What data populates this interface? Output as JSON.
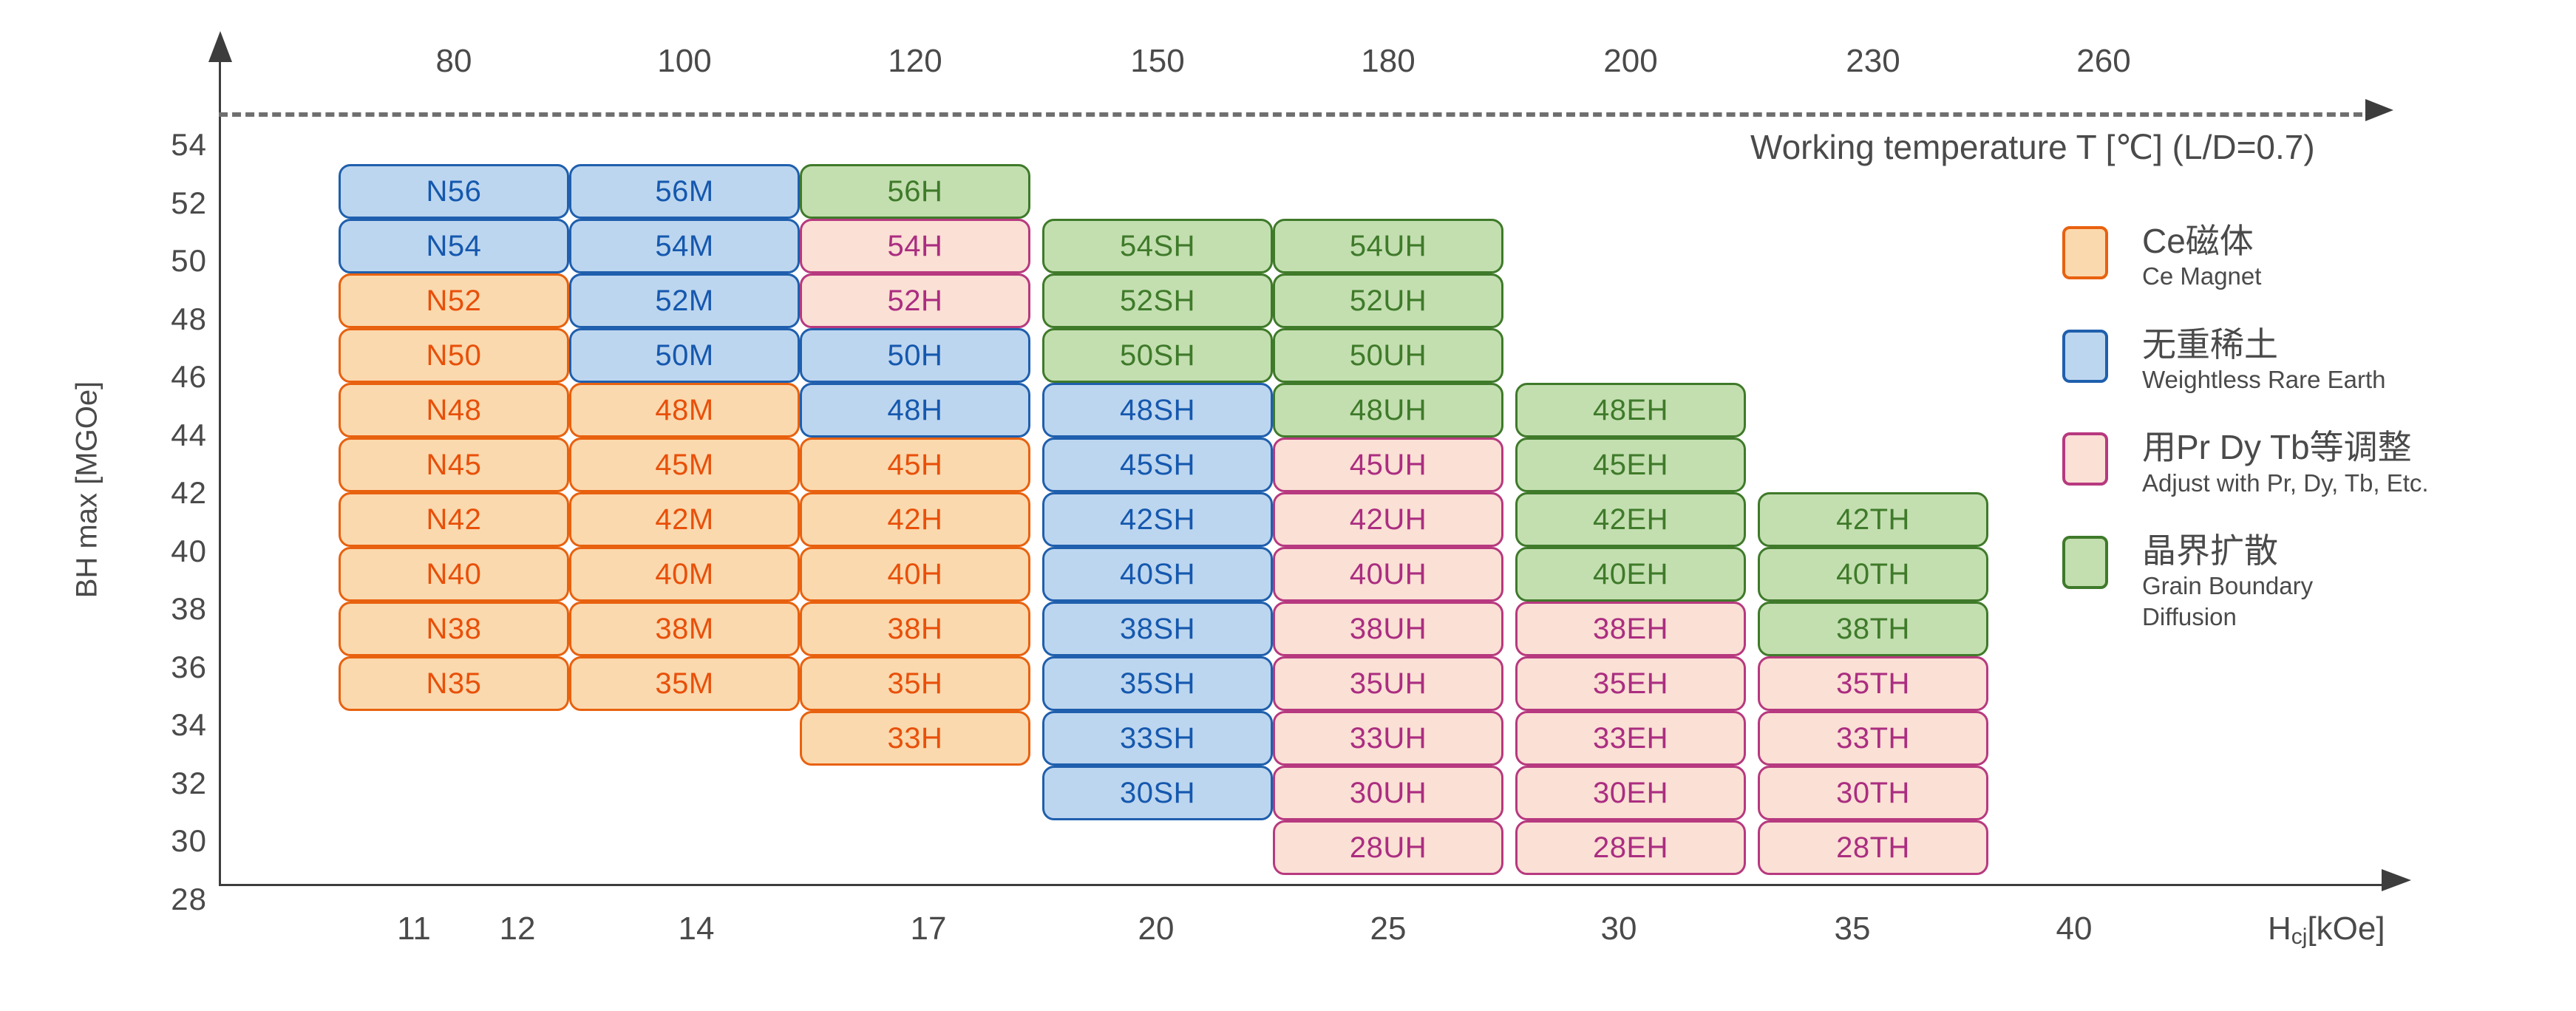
{
  "chart_data": {
    "type": "heatmap",
    "title": "",
    "xlabel": "Hcj[kOe]",
    "ylabel": "BH max [MGOe]",
    "top_axis_label": "Working temperature T [℃] (L/D=0.7)",
    "x_axis_label_main": "H",
    "x_axis_label_sub": "cj",
    "x_axis_label_unit": "[kOe]",
    "grid": false,
    "legend_position": "right",
    "top_ticks": [
      "80",
      "100",
      "120",
      "150",
      "180",
      "200",
      "230",
      "260"
    ],
    "bottom_ticks": [
      "11",
      "12",
      "14",
      "17",
      "20",
      "25",
      "30",
      "35",
      "40"
    ],
    "y_ticks": [
      "54",
      "52",
      "50",
      "48",
      "46",
      "44",
      "42",
      "40",
      "38",
      "36",
      "34",
      "32",
      "30",
      "28"
    ],
    "ylim": [
      28,
      54
    ],
    "columns": [
      "N",
      "M",
      "H",
      "SH",
      "UH",
      "EH",
      "TH"
    ],
    "rows": [
      "56",
      "54",
      "52",
      "50",
      "48",
      "45",
      "42",
      "40",
      "38",
      "35",
      "33",
      "30",
      "28"
    ],
    "cells": [
      {
        "label": "N56",
        "col": 0,
        "row": 0,
        "category": "blue"
      },
      {
        "label": "56M",
        "col": 1,
        "row": 0,
        "category": "blue"
      },
      {
        "label": "56H",
        "col": 2,
        "row": 0,
        "category": "green"
      },
      {
        "label": "N54",
        "col": 0,
        "row": 1,
        "category": "blue"
      },
      {
        "label": "54M",
        "col": 1,
        "row": 1,
        "category": "blue"
      },
      {
        "label": "54H",
        "col": 2,
        "row": 1,
        "category": "pink"
      },
      {
        "label": "54SH",
        "col": 3,
        "row": 1,
        "category": "green"
      },
      {
        "label": "54UH",
        "col": 4,
        "row": 1,
        "category": "green"
      },
      {
        "label": "N52",
        "col": 0,
        "row": 2,
        "category": "orange"
      },
      {
        "label": "52M",
        "col": 1,
        "row": 2,
        "category": "blue"
      },
      {
        "label": "52H",
        "col": 2,
        "row": 2,
        "category": "pink"
      },
      {
        "label": "52SH",
        "col": 3,
        "row": 2,
        "category": "green"
      },
      {
        "label": "52UH",
        "col": 4,
        "row": 2,
        "category": "green"
      },
      {
        "label": "N50",
        "col": 0,
        "row": 3,
        "category": "orange"
      },
      {
        "label": "50M",
        "col": 1,
        "row": 3,
        "category": "blue"
      },
      {
        "label": "50H",
        "col": 2,
        "row": 3,
        "category": "blue"
      },
      {
        "label": "50SH",
        "col": 3,
        "row": 3,
        "category": "green"
      },
      {
        "label": "50UH",
        "col": 4,
        "row": 3,
        "category": "green"
      },
      {
        "label": "N48",
        "col": 0,
        "row": 4,
        "category": "orange"
      },
      {
        "label": "48M",
        "col": 1,
        "row": 4,
        "category": "orange"
      },
      {
        "label": "48H",
        "col": 2,
        "row": 4,
        "category": "blue"
      },
      {
        "label": "48SH",
        "col": 3,
        "row": 4,
        "category": "blue"
      },
      {
        "label": "48UH",
        "col": 4,
        "row": 4,
        "category": "green"
      },
      {
        "label": "48EH",
        "col": 5,
        "row": 4,
        "category": "green"
      },
      {
        "label": "N45",
        "col": 0,
        "row": 5,
        "category": "orange"
      },
      {
        "label": "45M",
        "col": 1,
        "row": 5,
        "category": "orange"
      },
      {
        "label": "45H",
        "col": 2,
        "row": 5,
        "category": "orange"
      },
      {
        "label": "45SH",
        "col": 3,
        "row": 5,
        "category": "blue"
      },
      {
        "label": "45UH",
        "col": 4,
        "row": 5,
        "category": "pink"
      },
      {
        "label": "45EH",
        "col": 5,
        "row": 5,
        "category": "green"
      },
      {
        "label": "N42",
        "col": 0,
        "row": 6,
        "category": "orange"
      },
      {
        "label": "42M",
        "col": 1,
        "row": 6,
        "category": "orange"
      },
      {
        "label": "42H",
        "col": 2,
        "row": 6,
        "category": "orange"
      },
      {
        "label": "42SH",
        "col": 3,
        "row": 6,
        "category": "blue"
      },
      {
        "label": "42UH",
        "col": 4,
        "row": 6,
        "category": "pink"
      },
      {
        "label": "42EH",
        "col": 5,
        "row": 6,
        "category": "green"
      },
      {
        "label": "42TH",
        "col": 6,
        "row": 6,
        "category": "green"
      },
      {
        "label": "N40",
        "col": 0,
        "row": 7,
        "category": "orange"
      },
      {
        "label": "40M",
        "col": 1,
        "row": 7,
        "category": "orange"
      },
      {
        "label": "40H",
        "col": 2,
        "row": 7,
        "category": "orange"
      },
      {
        "label": "40SH",
        "col": 3,
        "row": 7,
        "category": "blue"
      },
      {
        "label": "40UH",
        "col": 4,
        "row": 7,
        "category": "pink"
      },
      {
        "label": "40EH",
        "col": 5,
        "row": 7,
        "category": "green"
      },
      {
        "label": "40TH",
        "col": 6,
        "row": 7,
        "category": "green"
      },
      {
        "label": "N38",
        "col": 0,
        "row": 8,
        "category": "orange"
      },
      {
        "label": "38M",
        "col": 1,
        "row": 8,
        "category": "orange"
      },
      {
        "label": "38H",
        "col": 2,
        "row": 8,
        "category": "orange"
      },
      {
        "label": "38SH",
        "col": 3,
        "row": 8,
        "category": "blue"
      },
      {
        "label": "38UH",
        "col": 4,
        "row": 8,
        "category": "pink"
      },
      {
        "label": "38EH",
        "col": 5,
        "row": 8,
        "category": "pink"
      },
      {
        "label": "38TH",
        "col": 6,
        "row": 8,
        "category": "green"
      },
      {
        "label": "N35",
        "col": 0,
        "row": 9,
        "category": "orange"
      },
      {
        "label": "35M",
        "col": 1,
        "row": 9,
        "category": "orange"
      },
      {
        "label": "35H",
        "col": 2,
        "row": 9,
        "category": "orange"
      },
      {
        "label": "35SH",
        "col": 3,
        "row": 9,
        "category": "blue"
      },
      {
        "label": "35UH",
        "col": 4,
        "row": 9,
        "category": "pink"
      },
      {
        "label": "35EH",
        "col": 5,
        "row": 9,
        "category": "pink"
      },
      {
        "label": "35TH",
        "col": 6,
        "row": 9,
        "category": "pink"
      },
      {
        "label": "33H",
        "col": 2,
        "row": 10,
        "category": "orange"
      },
      {
        "label": "33SH",
        "col": 3,
        "row": 10,
        "category": "blue"
      },
      {
        "label": "33UH",
        "col": 4,
        "row": 10,
        "category": "pink"
      },
      {
        "label": "33EH",
        "col": 5,
        "row": 10,
        "category": "pink"
      },
      {
        "label": "33TH",
        "col": 6,
        "row": 10,
        "category": "pink"
      },
      {
        "label": "30SH",
        "col": 3,
        "row": 11,
        "category": "blue"
      },
      {
        "label": "30UH",
        "col": 4,
        "row": 11,
        "category": "pink"
      },
      {
        "label": "30EH",
        "col": 5,
        "row": 11,
        "category": "pink"
      },
      {
        "label": "30TH",
        "col": 6,
        "row": 11,
        "category": "pink"
      },
      {
        "label": "28UH",
        "col": 4,
        "row": 12,
        "category": "pink"
      },
      {
        "label": "28EH",
        "col": 5,
        "row": 12,
        "category": "pink"
      },
      {
        "label": "28TH",
        "col": 6,
        "row": 12,
        "category": "pink"
      }
    ],
    "legend": [
      {
        "cn": "Ce磁体",
        "en": [
          "Ce Magnet"
        ],
        "category": "orange",
        "color": "#fbd9ae",
        "border": "#e8610f"
      },
      {
        "cn": "无重稀土",
        "en": [
          "Weightless Rare Earth"
        ],
        "category": "blue",
        "color": "#bdd6ef",
        "border": "#1f5fad"
      },
      {
        "cn": "用Pr Dy Tb等调整",
        "en": [
          "Adjust with Pr, Dy, Tb, Etc."
        ],
        "category": "pink",
        "color": "#fae0d5",
        "border": "#b7397f"
      },
      {
        "cn": "晶界扩散",
        "en": [
          "Grain Boundary",
          "Diffusion"
        ],
        "category": "green",
        "color": "#c3dfb0",
        "border": "#3f7a2a"
      }
    ]
  }
}
